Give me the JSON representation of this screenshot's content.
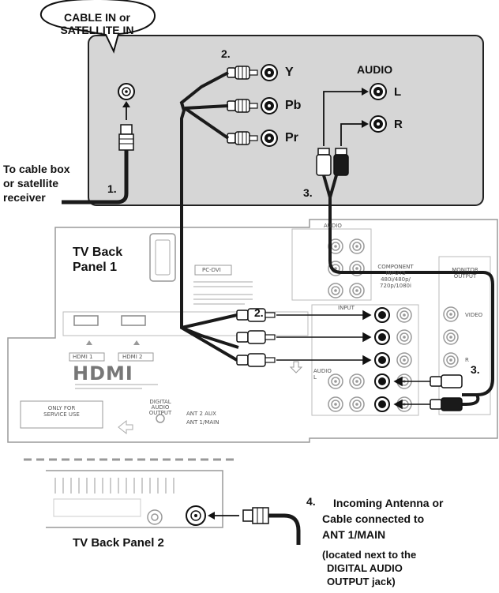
{
  "bubble": {
    "line1": "CABLE IN or",
    "line2": "SATELLITE IN"
  },
  "source_box": {
    "component_outputs": [
      "Y",
      "Pb",
      "Pr"
    ],
    "audio_header": "AUDIO",
    "audio_outputs": [
      "L",
      "R"
    ]
  },
  "left_note": {
    "line1": "To cable box",
    "line2": "or satellite",
    "line3": "receiver"
  },
  "steps": {
    "one": "1.",
    "two": "2.",
    "three": "3.",
    "four": "4."
  },
  "tv_panel1": {
    "title_line1": "TV Back",
    "title_line2": "Panel 1",
    "port_labels": {
      "pc_dvi": "PC-DVI",
      "hdmi1": "HDMI 1",
      "hdmi2": "HDMI 2",
      "hdmi_logo": "HDMI",
      "audio": "AUDIO",
      "component_line1": "COMPONENT",
      "component_line2": "INPUTS",
      "component_line3": "480i/480p/",
      "component_line4": "720p/1080i",
      "monitor_line1": "MONITOR",
      "monitor_line2": "OUTPUT",
      "input": "INPUT",
      "video": "VIDEO",
      "audio_l": "AUDIO L",
      "r": "R",
      "service_line1": "ONLY FOR",
      "service_line2": "SERVICE USE",
      "digital_line1": "DIGITAL",
      "digital_line2": "AUDIO",
      "digital_line3": "OUTPUT",
      "ant2": "ANT 2 AUX",
      "ant1": "ANT 1/MAIN"
    }
  },
  "tv_panel2": {
    "title": "TV Back Panel 2"
  },
  "note4": {
    "line1": "Incoming Antenna or",
    "line2": "Cable connected to",
    "line3": "ANT 1/MAIN",
    "line4": "(located next to the",
    "line5": "DIGITAL AUDIO",
    "line6": "OUTPUT jack)"
  },
  "colors": {
    "panel_fill": "#d6d6d6",
    "outline": "#222222",
    "cable": "#1a1a1a",
    "tv_line": "#9a9a9a"
  }
}
